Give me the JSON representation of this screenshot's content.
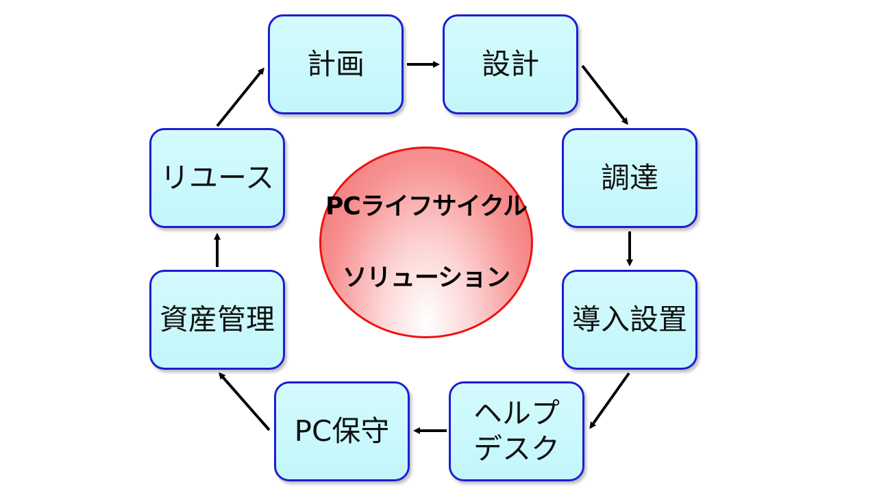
{
  "center": {
    "title_line1": "PCライフサイクル",
    "title_line2": "ソリューション"
  },
  "nodes": {
    "plan": "計画",
    "design": "設計",
    "procurement": "調達",
    "installation": "導入設置",
    "helpdesk": "ヘルプ\nデスク",
    "maintenance": "PC保守",
    "asset_management": "資産管理",
    "reuse": "リユース"
  },
  "colors": {
    "node_fill": "#c2f6fb",
    "node_border": "#1c1cd6",
    "circle_border": "#ee1111",
    "circle_fill": "#f79393",
    "arrow": "#000000"
  }
}
